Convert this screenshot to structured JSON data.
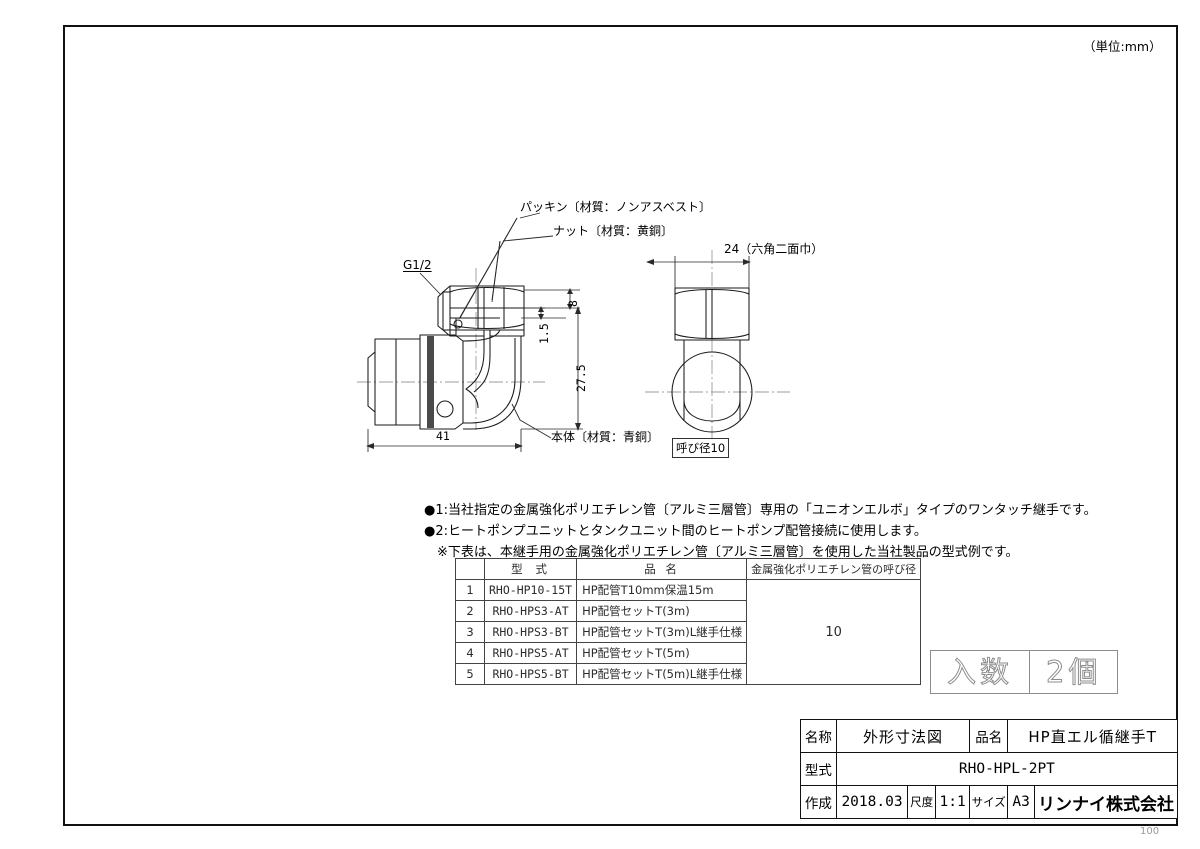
{
  "sheet": {
    "unit_note": "（単位:mm）",
    "corner_number": "100"
  },
  "drawing": {
    "callouts": {
      "packing": "パッキン〔材質：ノンアスベスト〕",
      "nut": "ナット〔材質：黄銅〕",
      "body": "本体〔材質：青銅〕",
      "thread": "G1/2",
      "hex_width": "24（六角二面巾）",
      "nominal_dia": "呼び径10"
    },
    "dimensions": {
      "d8": "8",
      "d1_5": "1.5",
      "d27_5": "27.5",
      "d41": "41"
    }
  },
  "notes": [
    "●1:当社指定の金属強化ポリエチレン管〔アルミ三層管〕専用の「ユニオンエルボ」タイプのワンタッチ継手です。",
    "●2:ヒートポンプユニットとタンクユニット間のヒートポンプ配管接続に使用します。",
    "※下表は、本継手用の金属強化ポリエチレン管〔アルミ三層管〕を使用した当社製品の型式例です。"
  ],
  "model_table": {
    "headers": {
      "no": "",
      "model": "型 式",
      "name": "品 名",
      "diameter": "金属強化ポリエチレン管の呼び径"
    },
    "diameter_value": "10",
    "rows": [
      {
        "no": "1",
        "model": "RHO-HP10-15T",
        "name": "HP配管T10mm保温15m"
      },
      {
        "no": "2",
        "model": "RHO-HPS3-AT",
        "name": "HP配管セットT(3m)"
      },
      {
        "no": "3",
        "model": "RHO-HPS3-BT",
        "name": "HP配管セットT(3m)L継手仕様"
      },
      {
        "no": "4",
        "model": "RHO-HPS5-AT",
        "name": "HP配管セットT(5m)"
      },
      {
        "no": "5",
        "model": "RHO-HPS5-BT",
        "name": "HP配管セットT(5m)L継手仕様"
      }
    ]
  },
  "quantity": {
    "label": "入数",
    "value": "2個"
  },
  "title_block": {
    "name_label": "名称",
    "name_value": "外形寸法図",
    "product_label": "品名",
    "product_value": "HP直エル循継手T",
    "model_label": "型式",
    "model_value": "RHO-HPL-2PT",
    "created_label": "作成",
    "created_value": "2018.03",
    "scale_label": "尺度",
    "scale_value": "1:1",
    "size_label": "サイズ",
    "size_value": "A3",
    "company_brand": "リンナイ",
    "company_suffix": "株式会社"
  }
}
